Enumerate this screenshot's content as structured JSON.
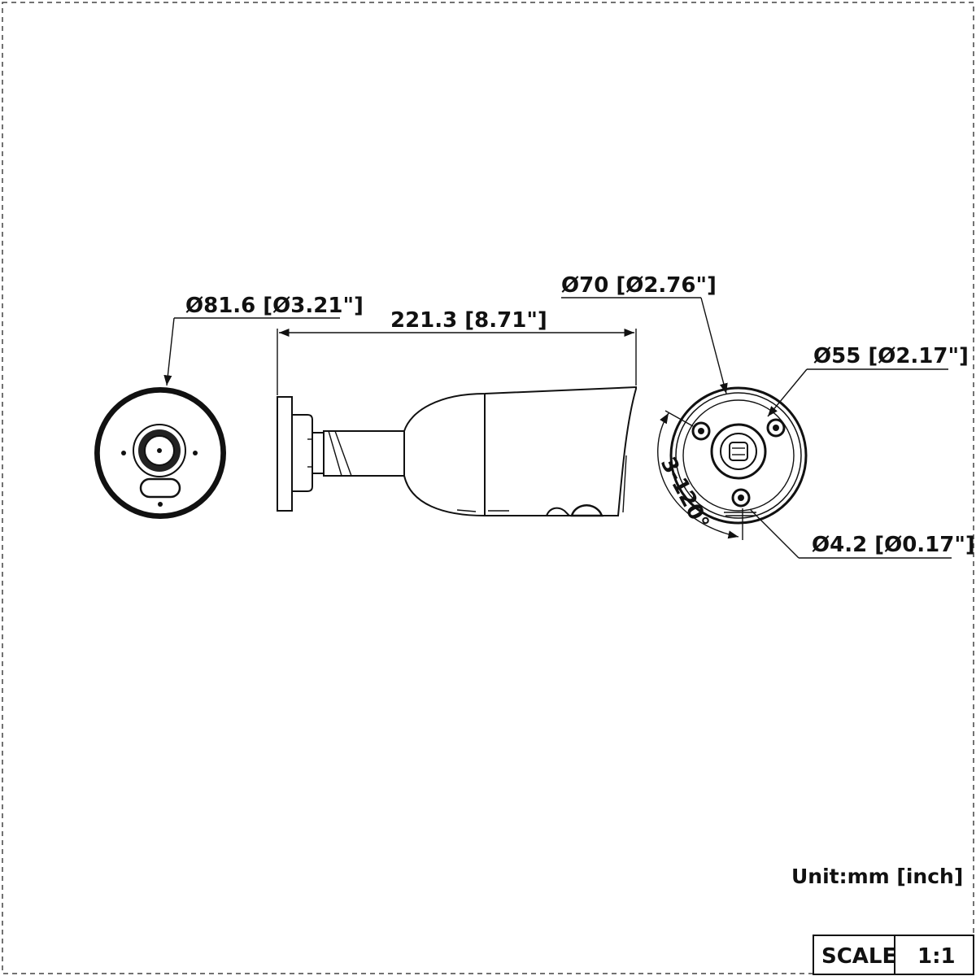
{
  "dimensions": {
    "front_diameter": "Ø81.6 [Ø3.21\"]",
    "length": "221.3 [8.71\"]",
    "base_diameter": "Ø70 [Ø2.76\"]",
    "hole_circle_diameter": "Ø55 [Ø2.17\"]",
    "hole_diameter": "Ø4.2 [Ø0.17\"]",
    "hole_angle": "3-120°"
  },
  "unit_label": "Unit:mm [inch]",
  "scale_block": {
    "label": "SCALE",
    "value": "1:1"
  }
}
